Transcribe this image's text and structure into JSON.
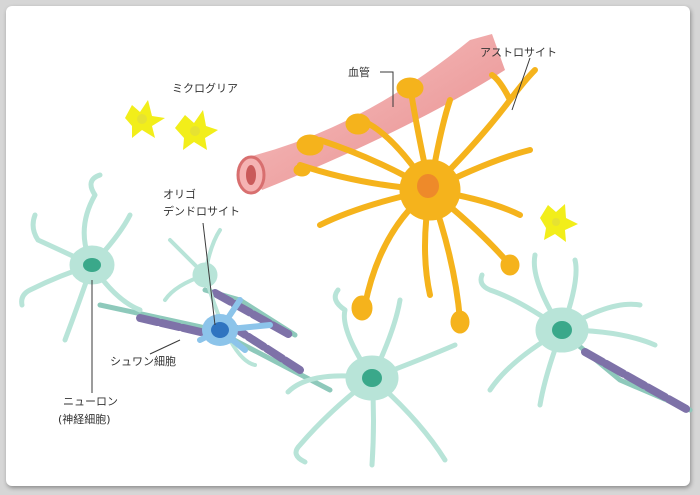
{
  "labels": {
    "microglia": "ミクログリア",
    "blood_vessel": "血管",
    "astrocyte": "アストロサイト",
    "oligodendrocyte_line1": "オリゴ",
    "oligodendrocyte_line2": "デンドロサイト",
    "schwann_cell": "シュワン細胞",
    "neuron_line1": "ニューロン",
    "neuron_line2": "(神経細胞)"
  },
  "colors": {
    "neuron": "#b8e4d8",
    "neuron_nucleus": "#3aa88a",
    "astrocyte": "#f5b31c",
    "astrocyte_nucleus": "#ee8a2a",
    "microglia": "#f2ee1a",
    "oligodendrocyte": "#8cc4ea",
    "oligodendrocyte_nucleus": "#2f74c0",
    "vessel": "#f2a7a7",
    "axon_myelin": "#7e72a8"
  }
}
